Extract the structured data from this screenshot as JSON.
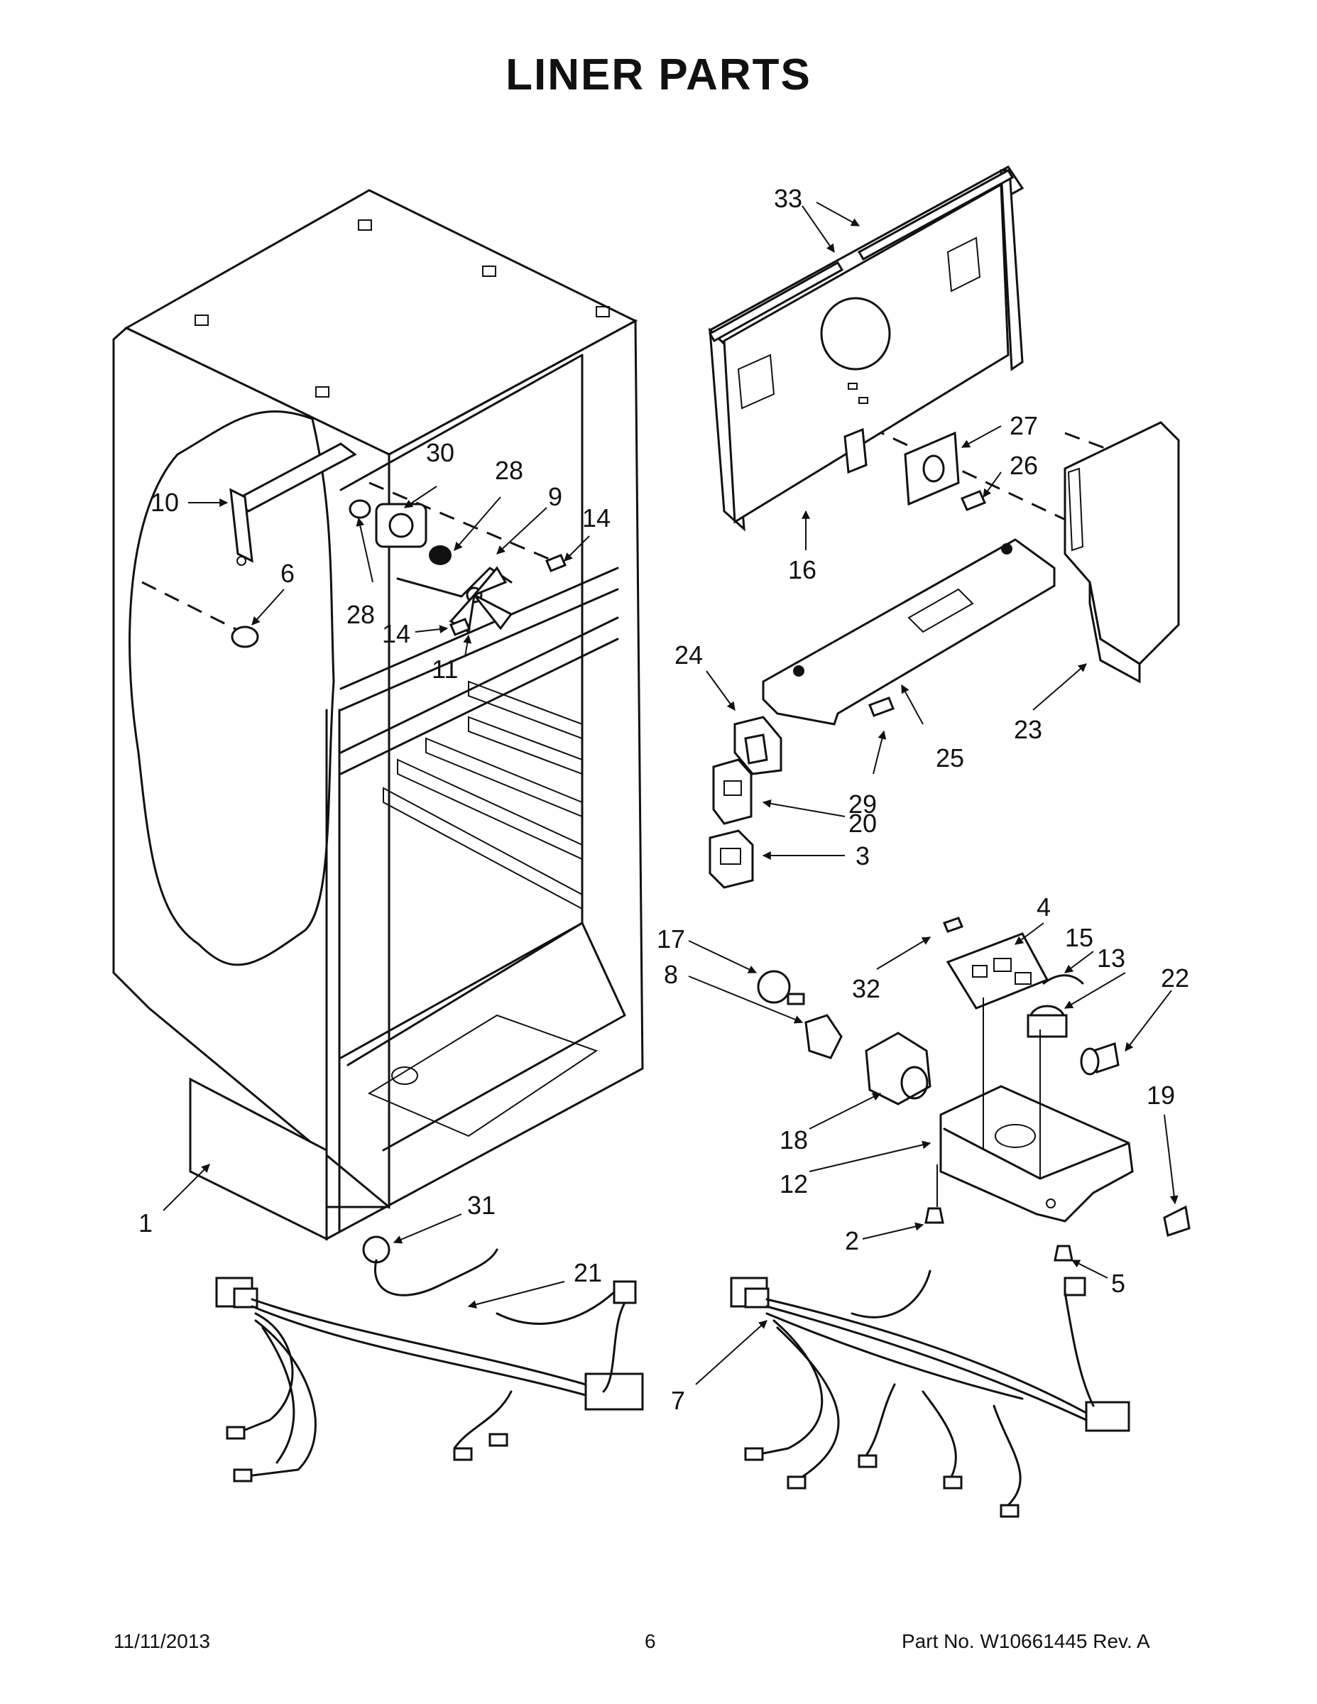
{
  "title": "LINER PARTS",
  "callouts": [
    {
      "id": "c1",
      "label": "1"
    },
    {
      "id": "c2",
      "label": "2"
    },
    {
      "id": "c3",
      "label": "3"
    },
    {
      "id": "c4",
      "label": "4"
    },
    {
      "id": "c5",
      "label": "5"
    },
    {
      "id": "c6",
      "label": "6"
    },
    {
      "id": "c7",
      "label": "7"
    },
    {
      "id": "c8",
      "label": "8"
    },
    {
      "id": "c9",
      "label": "9"
    },
    {
      "id": "c10",
      "label": "10"
    },
    {
      "id": "c11",
      "label": "11"
    },
    {
      "id": "c12",
      "label": "12"
    },
    {
      "id": "c13",
      "label": "13"
    },
    {
      "id": "c14a",
      "label": "14"
    },
    {
      "id": "c14b",
      "label": "14"
    },
    {
      "id": "c15",
      "label": "15"
    },
    {
      "id": "c16",
      "label": "16"
    },
    {
      "id": "c17",
      "label": "17"
    },
    {
      "id": "c18",
      "label": "18"
    },
    {
      "id": "c19",
      "label": "19"
    },
    {
      "id": "c20",
      "label": "20"
    },
    {
      "id": "c21",
      "label": "21"
    },
    {
      "id": "c22",
      "label": "22"
    },
    {
      "id": "c23",
      "label": "23"
    },
    {
      "id": "c24",
      "label": "24"
    },
    {
      "id": "c25",
      "label": "25"
    },
    {
      "id": "c26",
      "label": "26"
    },
    {
      "id": "c27",
      "label": "27"
    },
    {
      "id": "c28a",
      "label": "28"
    },
    {
      "id": "c28b",
      "label": "28"
    },
    {
      "id": "c29",
      "label": "29"
    },
    {
      "id": "c30",
      "label": "30"
    },
    {
      "id": "c31",
      "label": "31"
    },
    {
      "id": "c32",
      "label": "32"
    },
    {
      "id": "c33",
      "label": "33"
    }
  ],
  "footer": {
    "date": "11/11/2013",
    "page": "6",
    "part_no": "Part No.  W10661445  Rev.  A"
  }
}
